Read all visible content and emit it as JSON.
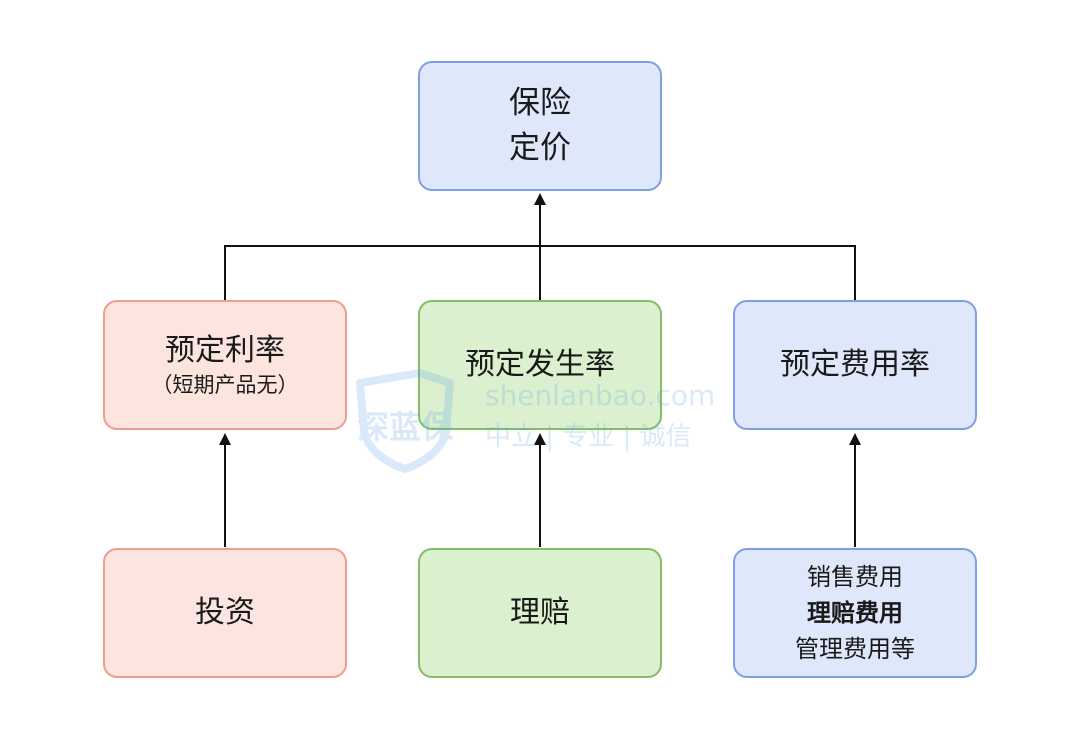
{
  "nodes": {
    "root": {
      "line1": "保险",
      "line2": "定价"
    },
    "interest": {
      "title": "预定利率",
      "note": "（短期产品无）"
    },
    "incidence": {
      "title": "预定发生率"
    },
    "expense": {
      "title": "预定费用率"
    },
    "invest": {
      "title": "投资"
    },
    "claims": {
      "title": "理赔"
    },
    "costs": {
      "line1": "销售费用",
      "line2": "理赔费用",
      "line3": "管理费用等"
    }
  },
  "watermark": {
    "logo_text": "深蓝保",
    "domain": "shenlanbao.com",
    "tagline": "中立 | 专业 | 诚信"
  },
  "colors": {
    "blue_fill": "#dfe8fb",
    "blue_border": "#7f9fe4",
    "red_fill": "#fde5df",
    "red_border": "#ee9d90",
    "green_fill": "#daf0cf",
    "green_border": "#84bd66",
    "connector": "#111111",
    "watermark": "#5aa0e6"
  }
}
